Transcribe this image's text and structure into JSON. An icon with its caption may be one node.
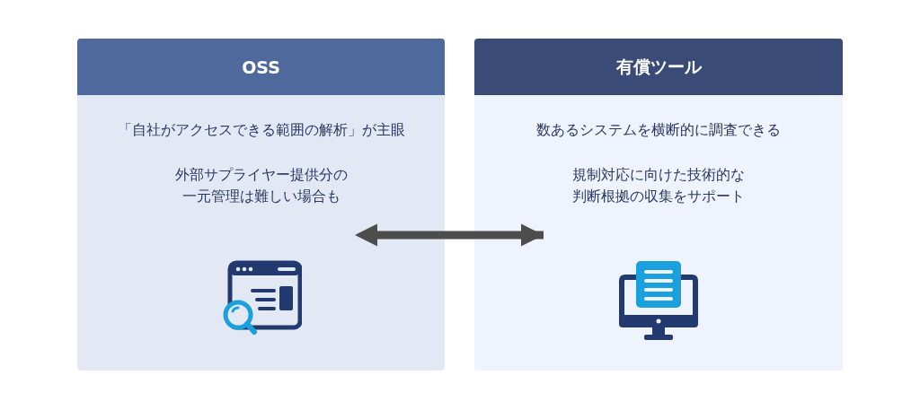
{
  "diagram": {
    "nodes": [
      {
        "text": [
          "OSS",
          "「自社がアクセスできる範囲の解析」が主眼",
          "外部サプライヤー提供分の一元管理は難しい場合も"
        ]
      },
      {
        "text": [
          "有償ツール",
          "数あるシステムを横断的に調査できる",
          "規制対応に向けた技術的な判断根拠の収集をサポート"
        ]
      }
    ],
    "edges": [
      {
        "from": 0,
        "to": 1,
        "arrow": "both"
      }
    ]
  }
}
